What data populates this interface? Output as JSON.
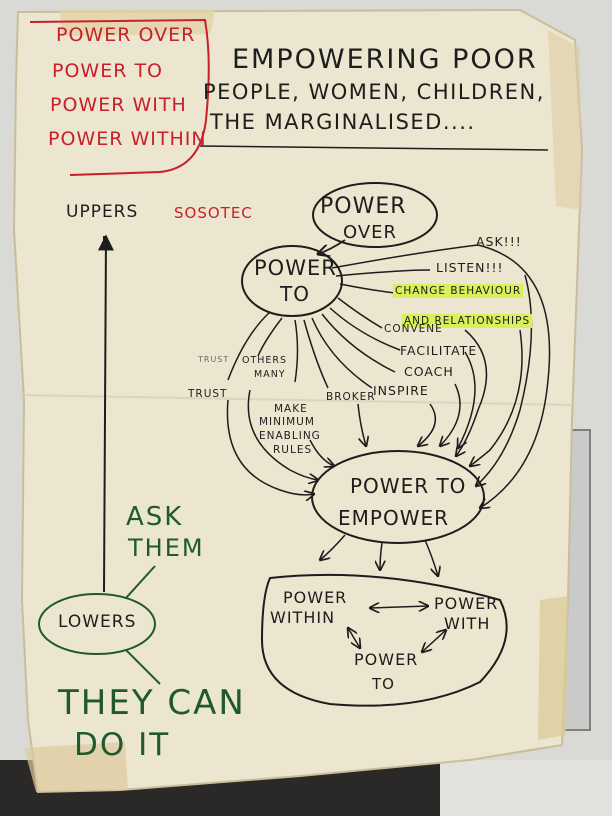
{
  "title": "EMPOWERING POOR",
  "subtitle_lines": [
    "PEOPLE, WOMEN, CHILDREN,",
    "THE MARGINALISED...."
  ],
  "power_types": [
    "POWER OVER",
    "POWER TO",
    "POWER WITH",
    "POWER WITHIN"
  ],
  "axis": {
    "top": "UPPERS",
    "top_note": "SOSOTEC",
    "bottom": "LOWERS"
  },
  "nodes": {
    "power_over": [
      "POWER",
      "OVER"
    ],
    "power_to": [
      "POWER",
      "TO"
    ],
    "power_to_empower": [
      "POWER TO",
      "EMPOWER"
    ],
    "power_within": [
      "POWER",
      "WITHIN"
    ],
    "power_with": [
      "POWER",
      "WITH"
    ],
    "power_to_inner": [
      "POWER",
      "TO"
    ]
  },
  "actions": {
    "ask": "ASK!!!",
    "listen": "LISTEN!!!",
    "change": [
      "CHANGE BEHAVIOUR",
      "AND RELATIONSHIPS"
    ],
    "convene": "CONVENE",
    "facilitate": "FACILITATE",
    "coach": "COACH",
    "inspire": "INSPIRE",
    "broker": "BROKER",
    "trust": "TRUST",
    "trust_small": "TRUST",
    "others_many": [
      "OTHERS",
      "MANY"
    ],
    "make_rules": [
      "MAKE",
      "MINIMUM",
      "ENABLING",
      "RULES"
    ]
  },
  "green_notes": {
    "ask_them": [
      "ASK",
      "THEM"
    ],
    "they_can": [
      "THEY CAN",
      "DO IT"
    ]
  },
  "colors": {
    "paper": "#ece5cf",
    "ink": "#1d1d1d",
    "red": "#c8202a",
    "green": "#1f5a2e",
    "highlight": "#d9ef5c"
  }
}
